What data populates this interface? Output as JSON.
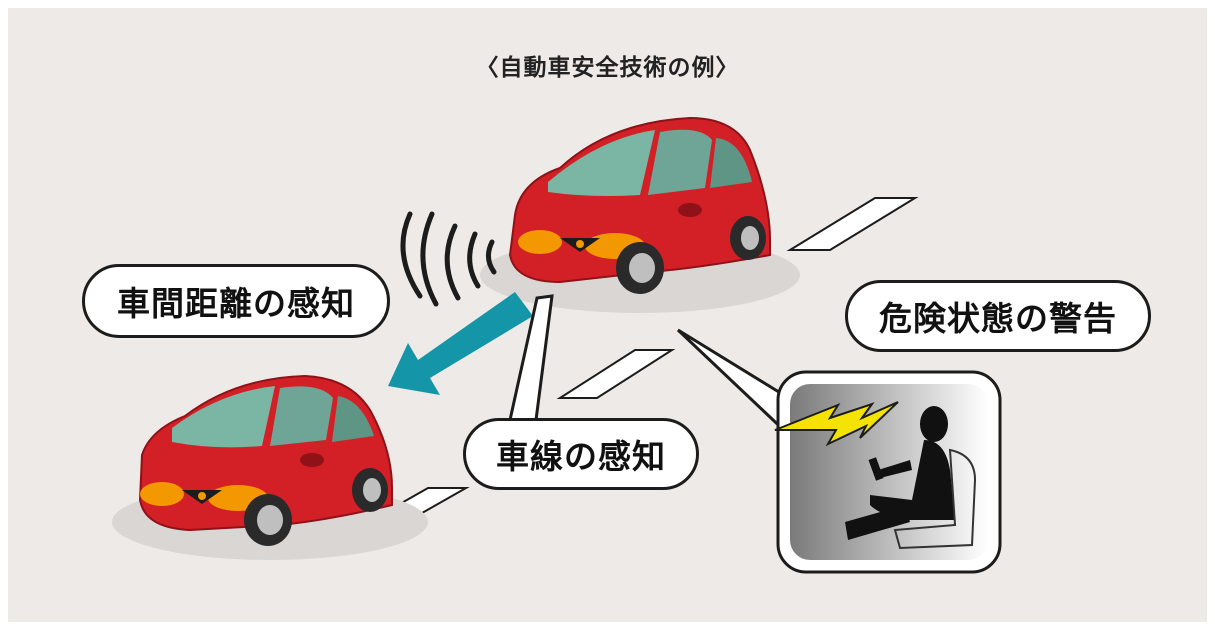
{
  "title": "〈自動車安全技術の例〉",
  "labels": {
    "distance_detection": "車間距離の感知",
    "lane_detection": "車線の感知",
    "danger_warning": "危険状態の警告"
  },
  "colors": {
    "background": "#eeeae7",
    "car_body": "#d31f26",
    "arrow": "#1496a8",
    "warning_bolt": "#f4e300"
  },
  "icons": [
    "sensor-wave-icon",
    "arrow-icon",
    "lightning-bolt-icon",
    "driver-silhouette-icon"
  ]
}
